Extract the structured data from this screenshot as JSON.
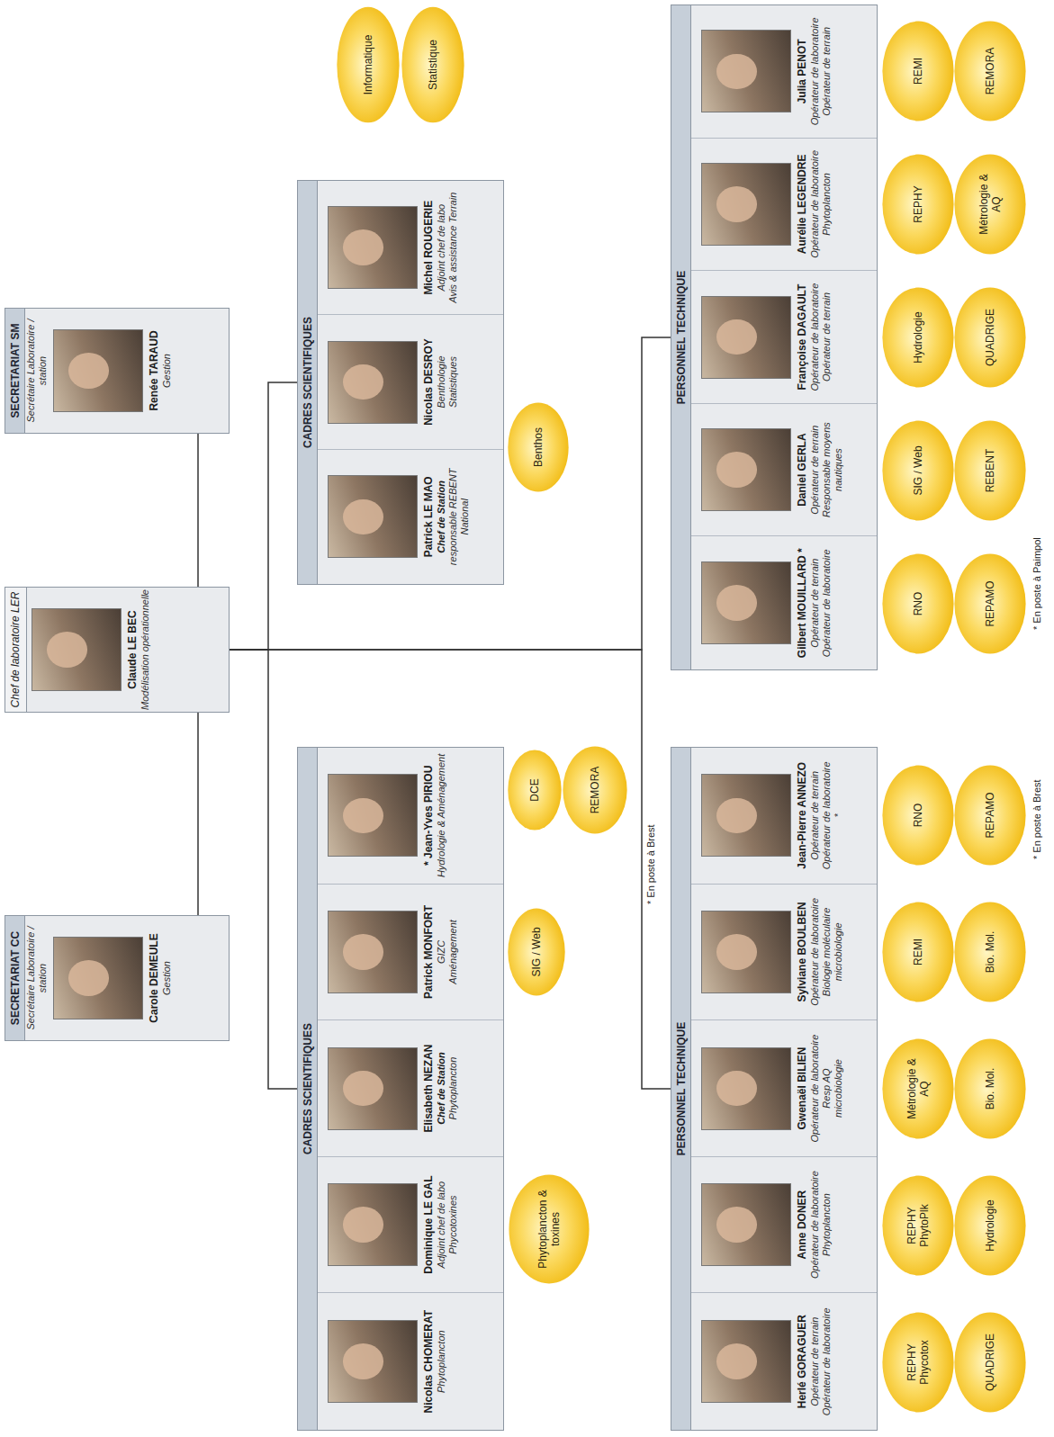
{
  "diagram": {
    "nodes": [
      {
        "text": [
          "Chef de laboratoire LER",
          "Claude LE BEC",
          "Modélisation opérationnelle"
        ]
      },
      {
        "text": [
          "SECRETARIAT CC",
          "Secrétaire Laboratoire / station",
          "Carole DEMEULE",
          "Gestion"
        ]
      },
      {
        "text": [
          "SECRETARIAT SM",
          "Secrétaire Laboratoire / station",
          "Renée TARAUD",
          "Gestion"
        ]
      },
      {
        "text": [
          "CADRES SCIENTIFIQUES"
        ]
      },
      {
        "text": [
          "Nicolas CHOMERAT",
          "Phytoplancton"
        ],
        "in": 3
      },
      {
        "text": [
          "Dominique LE GAL",
          "Adjoint chef de labo",
          "Phycotoxines"
        ],
        "in": 3
      },
      {
        "text": [
          "Elisabeth NEZAN",
          "Chef de Station",
          "Phytoplancton"
        ],
        "in": 3
      },
      {
        "text": [
          "Patrick MONFORT",
          "GIZC",
          "Aménagement"
        ],
        "in": 3
      },
      {
        "text": [
          "* Jean-Yves PIRIOU",
          "Hydrologie & Aménagement"
        ],
        "in": 3
      },
      {
        "text": [
          "CADRES SCIENTIFIQUES"
        ]
      },
      {
        "text": [
          "Patrick LE MAO",
          "Chef de Station",
          "responsable REBENT National"
        ],
        "in": 9
      },
      {
        "text": [
          "Nicolas DESROY",
          "Benthologie",
          "Statistiques"
        ],
        "in": 9
      },
      {
        "text": [
          "Michel ROUGERIE",
          "Adjoint chef de labo",
          "Avis & assistance Terrain"
        ],
        "in": 9
      },
      {
        "text": [
          "PERSONNEL TECHNIQUE"
        ]
      },
      {
        "text": [
          "Herlé GORAGUER",
          "Opérateur de terrain",
          "Opérateur de laboratoire"
        ],
        "in": 13
      },
      {
        "text": [
          "Anne DONER",
          "Opérateur de laboratoire",
          "Phytoplancton"
        ],
        "in": 13
      },
      {
        "text": [
          "Gwenaël BILIEN",
          "Opérateur de laboratoire",
          "Resp AQ",
          "microbiologie"
        ],
        "in": 13
      },
      {
        "text": [
          "Sylviane BOULBEN",
          "Opérateur de laboratoire",
          "Biologie moléculaire",
          "microbiologie"
        ],
        "in": 13
      },
      {
        "text": [
          "Jean-Pierre ANNEZO",
          "Opérateur de terrain",
          "Opérateur de laboratoire",
          "*"
        ],
        "in": 13
      },
      {
        "text": [
          "PERSONNEL TECHNIQUE"
        ]
      },
      {
        "text": [
          "Gilbert MOUILLARD *",
          "Opérateur de terrain",
          "Opérateur de laboratoire"
        ],
        "in": 19
      },
      {
        "text": [
          "Daniel GERLA",
          "Opérateur de terrain",
          "Responsable moyens nautiques"
        ],
        "in": 19
      },
      {
        "text": [
          "Françoise DAGAULT",
          "Opérateur de laboratoire",
          "Opérateur de terrain"
        ],
        "in": 19
      },
      {
        "text": [
          "Aurélie LEGENDRE",
          "Opérateur de laboratoire",
          "Phytoplancton"
        ],
        "in": 19
      },
      {
        "text": [
          "Julia PENOT",
          "Opérateur de laboratoire",
          "Opérateur de terrain"
        ],
        "in": 19
      },
      {
        "text": [
          "Phytoplancton & toxines"
        ]
      },
      {
        "text": [
          "SIG / Web"
        ]
      },
      {
        "text": [
          "DCE"
        ]
      },
      {
        "text": [
          "REMORA"
        ]
      },
      {
        "text": [
          "Benthos"
        ]
      },
      {
        "text": [
          "Informatique"
        ]
      },
      {
        "text": [
          "Statistique"
        ]
      },
      {
        "text": [
          "REPHY Phycotox"
        ]
      },
      {
        "text": [
          "QUADRIGE"
        ]
      },
      {
        "text": [
          "REPHY PhytoPlk"
        ]
      },
      {
        "text": [
          "Hydrologie"
        ]
      },
      {
        "text": [
          "Métrologie & AQ"
        ]
      },
      {
        "text": [
          "Bio. Mol."
        ]
      },
      {
        "text": [
          "REMI"
        ]
      },
      {
        "text": [
          "Bio. Mol."
        ]
      },
      {
        "text": [
          "RNO"
        ]
      },
      {
        "text": [
          "REPAMO"
        ]
      },
      {
        "text": [
          "RNO"
        ]
      },
      {
        "text": [
          "REPAMO"
        ]
      },
      {
        "text": [
          "SIG / Web"
        ]
      },
      {
        "text": [
          "REBENT"
        ]
      },
      {
        "text": [
          "Hydrologie"
        ]
      },
      {
        "text": [
          "QUADRIGE"
        ]
      },
      {
        "text": [
          "REPHY"
        ]
      },
      {
        "text": [
          "Métrologie & AQ"
        ]
      },
      {
        "text": [
          "REMI"
        ]
      },
      {
        "text": [
          "REMORA"
        ]
      }
    ],
    "edges": [
      {
        "from": 0,
        "to": 1,
        "arrow": "none"
      },
      {
        "from": 0,
        "to": 2,
        "arrow": "none"
      },
      {
        "from": 0,
        "to": 3,
        "arrow": "none"
      },
      {
        "from": 0,
        "to": 9,
        "arrow": "none"
      },
      {
        "from": 0,
        "to": 13,
        "arrow": "none"
      },
      {
        "from": 0,
        "to": 19,
        "arrow": "none"
      }
    ],
    "labels": [
      "* En poste à Brest",
      "* En poste à Brest",
      "* En poste à Paimpol"
    ]
  }
}
